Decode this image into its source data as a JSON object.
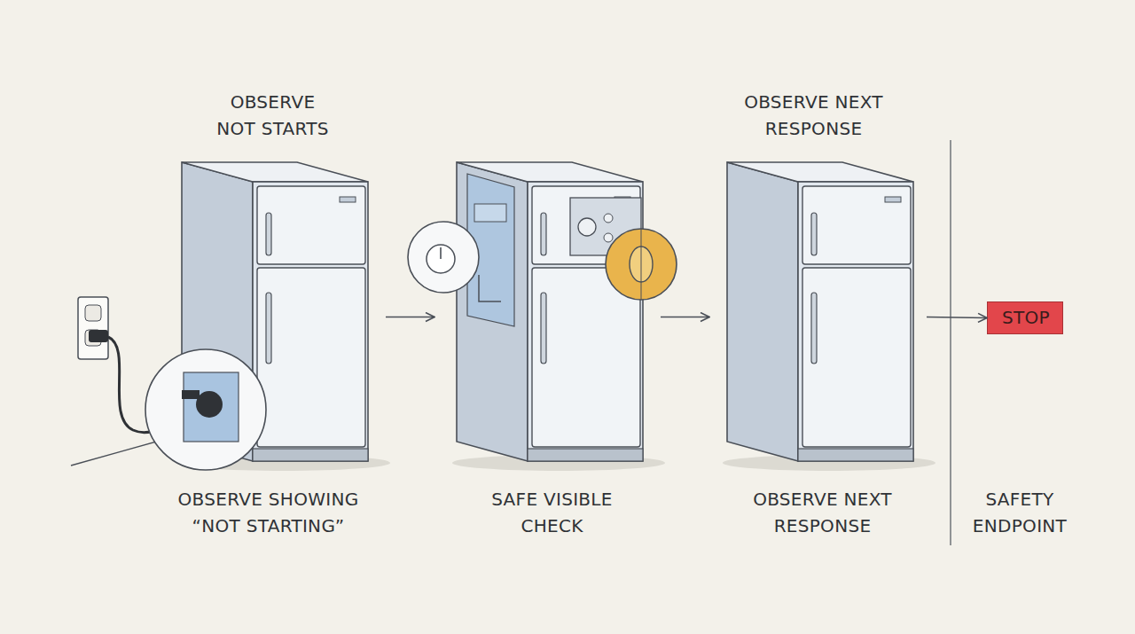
{
  "diagram": {
    "nodes": [
      {
        "text": [
          "OBSERVE NOT STARTS",
          "OBSERVE SHOWING “NOT STARTING”"
        ]
      },
      {
        "text": [
          "SAFE VISIBLE CHECK"
        ]
      },
      {
        "text": [
          "OBSERVE NEXT RESPONSE",
          "OBSERVE NEXT RESPONSE"
        ]
      },
      {
        "text": [
          "STOP"
        ]
      }
    ],
    "edges": [
      {
        "from": 0,
        "to": 1,
        "arrow": "to"
      },
      {
        "from": 1,
        "to": 2,
        "arrow": "to"
      },
      {
        "from": 2,
        "to": 3,
        "arrow": "to"
      }
    ],
    "labels": [
      "SAFETY ENDPOINT"
    ]
  }
}
